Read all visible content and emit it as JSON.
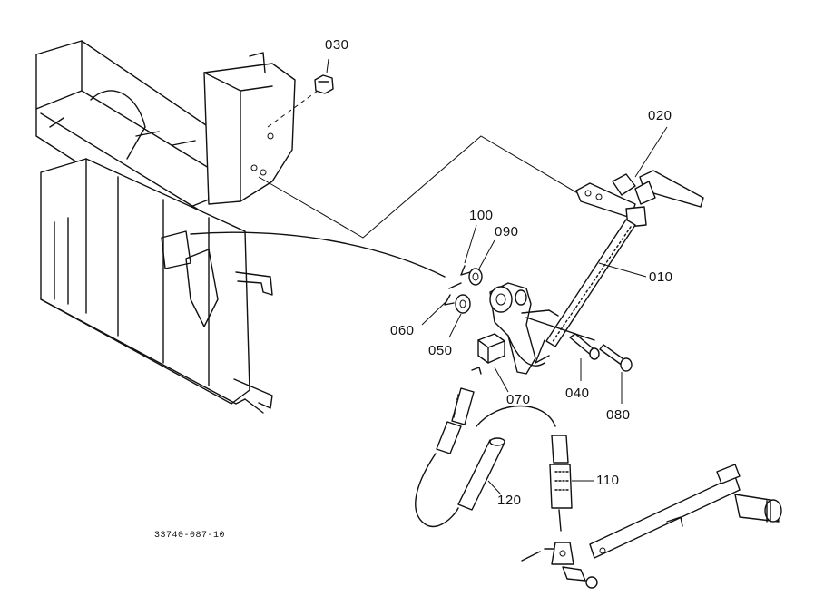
{
  "labels": {
    "p010": "010",
    "p020": "020",
    "p030": "030",
    "p040": "040",
    "p050": "050",
    "p060": "060",
    "p070": "070",
    "p080": "080",
    "p090": "090",
    "p100": "100",
    "p110": "110",
    "p120": "120"
  },
  "drawing_number": "33740-087-10"
}
